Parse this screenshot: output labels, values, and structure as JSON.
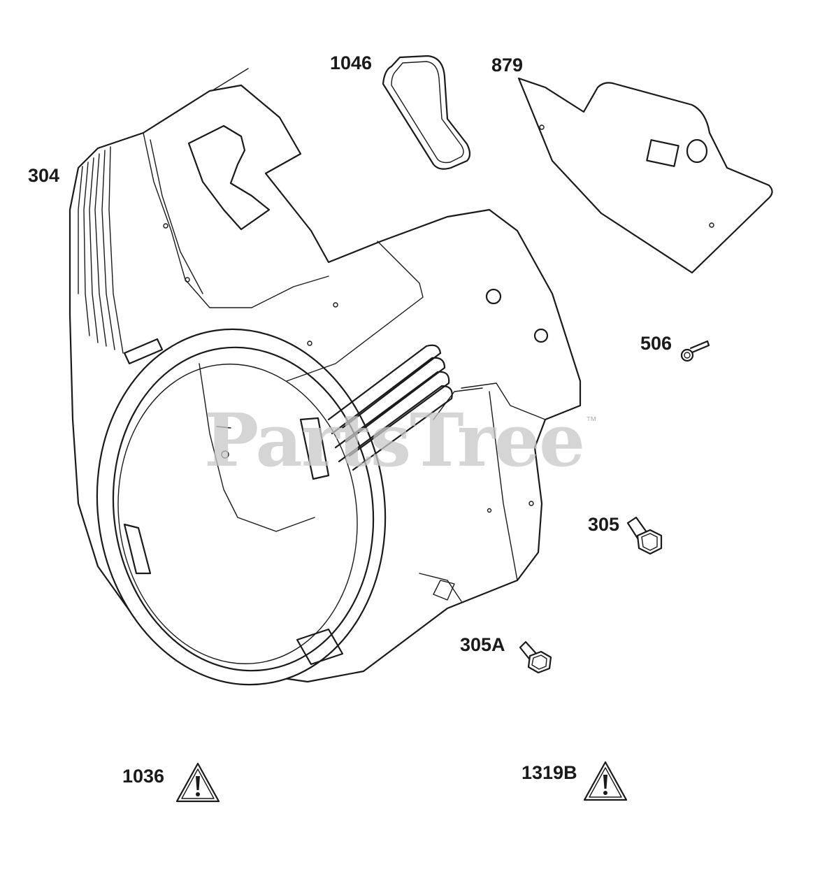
{
  "watermark": {
    "text": "PartsTree",
    "mark": "™"
  },
  "parts": [
    {
      "id": "p304",
      "label": "304"
    },
    {
      "id": "p1046",
      "label": "1046"
    },
    {
      "id": "p879",
      "label": "879"
    },
    {
      "id": "p506",
      "label": "506"
    },
    {
      "id": "p305",
      "label": "305"
    },
    {
      "id": "p305a",
      "label": "305A"
    },
    {
      "id": "p1036",
      "label": "1036",
      "icon": "warning-triangle-icon"
    },
    {
      "id": "p1319b",
      "label": "1319B",
      "icon": "warning-triangle-icon"
    }
  ],
  "colors": {
    "line": "#1a1a1a",
    "watermark": "#c8c8c8",
    "background": "#ffffff"
  }
}
